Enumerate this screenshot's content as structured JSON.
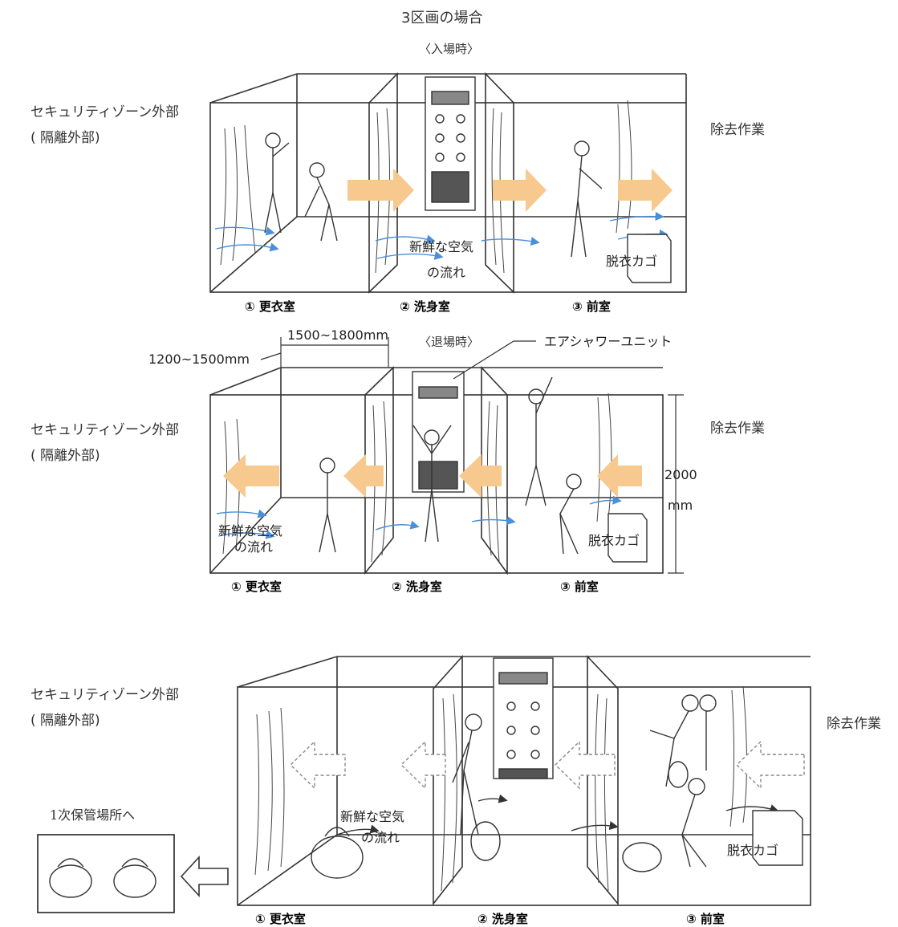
{
  "header": {
    "title": "3区画の場合",
    "subtitle_entry": "〈入場時〉"
  },
  "labels": {
    "outside_line1": "セキュリティゾーン外部",
    "outside_line2": "( 隔離外部)",
    "removal_work": "除去作業",
    "fresh_air_1": "新鮮な空気",
    "fresh_air_2": "の流れ",
    "basket": "脱衣カゴ",
    "exit_label": "〈退場時〉",
    "air_shower": "エアシャワーユニット",
    "dim_depth": "1200~1500mm",
    "dim_width": "1500~1800mm",
    "dim_height_1": "2000",
    "dim_height_2": "mm",
    "storage": "1次保管場所へ"
  },
  "rooms": [
    "① 更衣室",
    "② 洗身室",
    "③ 前室"
  ],
  "colors": {
    "arrow_orange": "#f7c98e",
    "air_blue": "#4a8fd8",
    "line": "#333333"
  }
}
